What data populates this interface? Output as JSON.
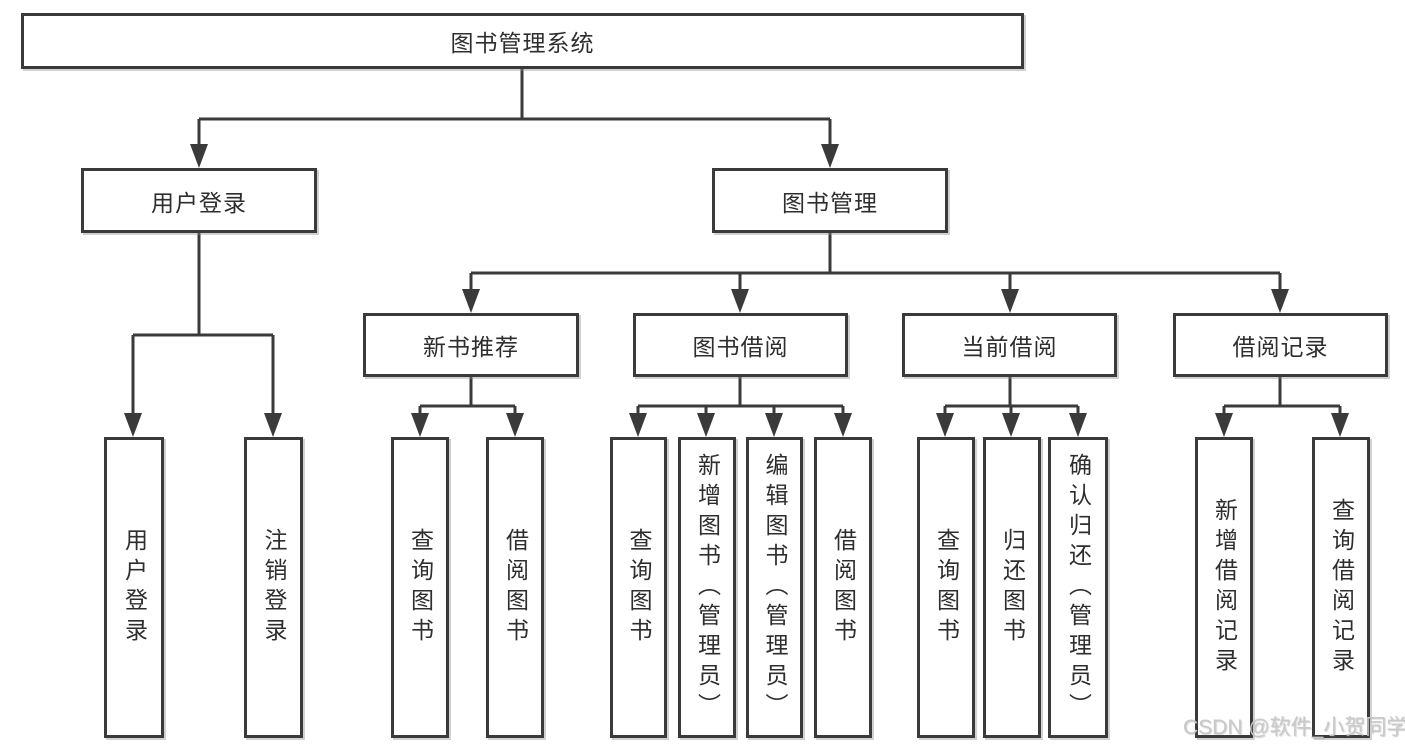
{
  "diagram": {
    "colors": {
      "line": "#3a3a3a",
      "box_border": "#3a3a3a",
      "text": "#2e2e2e",
      "watermark": "#c9c9c9",
      "background": "#ffffff"
    },
    "nodes": {
      "root": "图书管理系统",
      "level2": {
        "user_login": "用户登录",
        "book_mgmt": "图书管理"
      },
      "level3": {
        "new_book_rec": "新书推荐",
        "book_borrow": "图书借阅",
        "current_borrow": "当前借阅",
        "borrow_record": "借阅记录"
      },
      "leaves": {
        "user_login": "用户登录",
        "logout": "注销登录",
        "nb_query": "查询图书",
        "nb_borrow": "借阅图书",
        "bb_query": "查询图书",
        "bb_add": "新增图书（管理员）",
        "bb_edit": "编辑图书（管理员）",
        "bb_borrow": "借阅图书",
        "cb_query": "查询图书",
        "cb_return": "归还图书",
        "cb_confirm": "确认归还（管理员）",
        "br_add": "新增借阅记录",
        "br_query": "查询借阅记录"
      }
    },
    "watermark": "CSDN @软件_小贺同学"
  }
}
